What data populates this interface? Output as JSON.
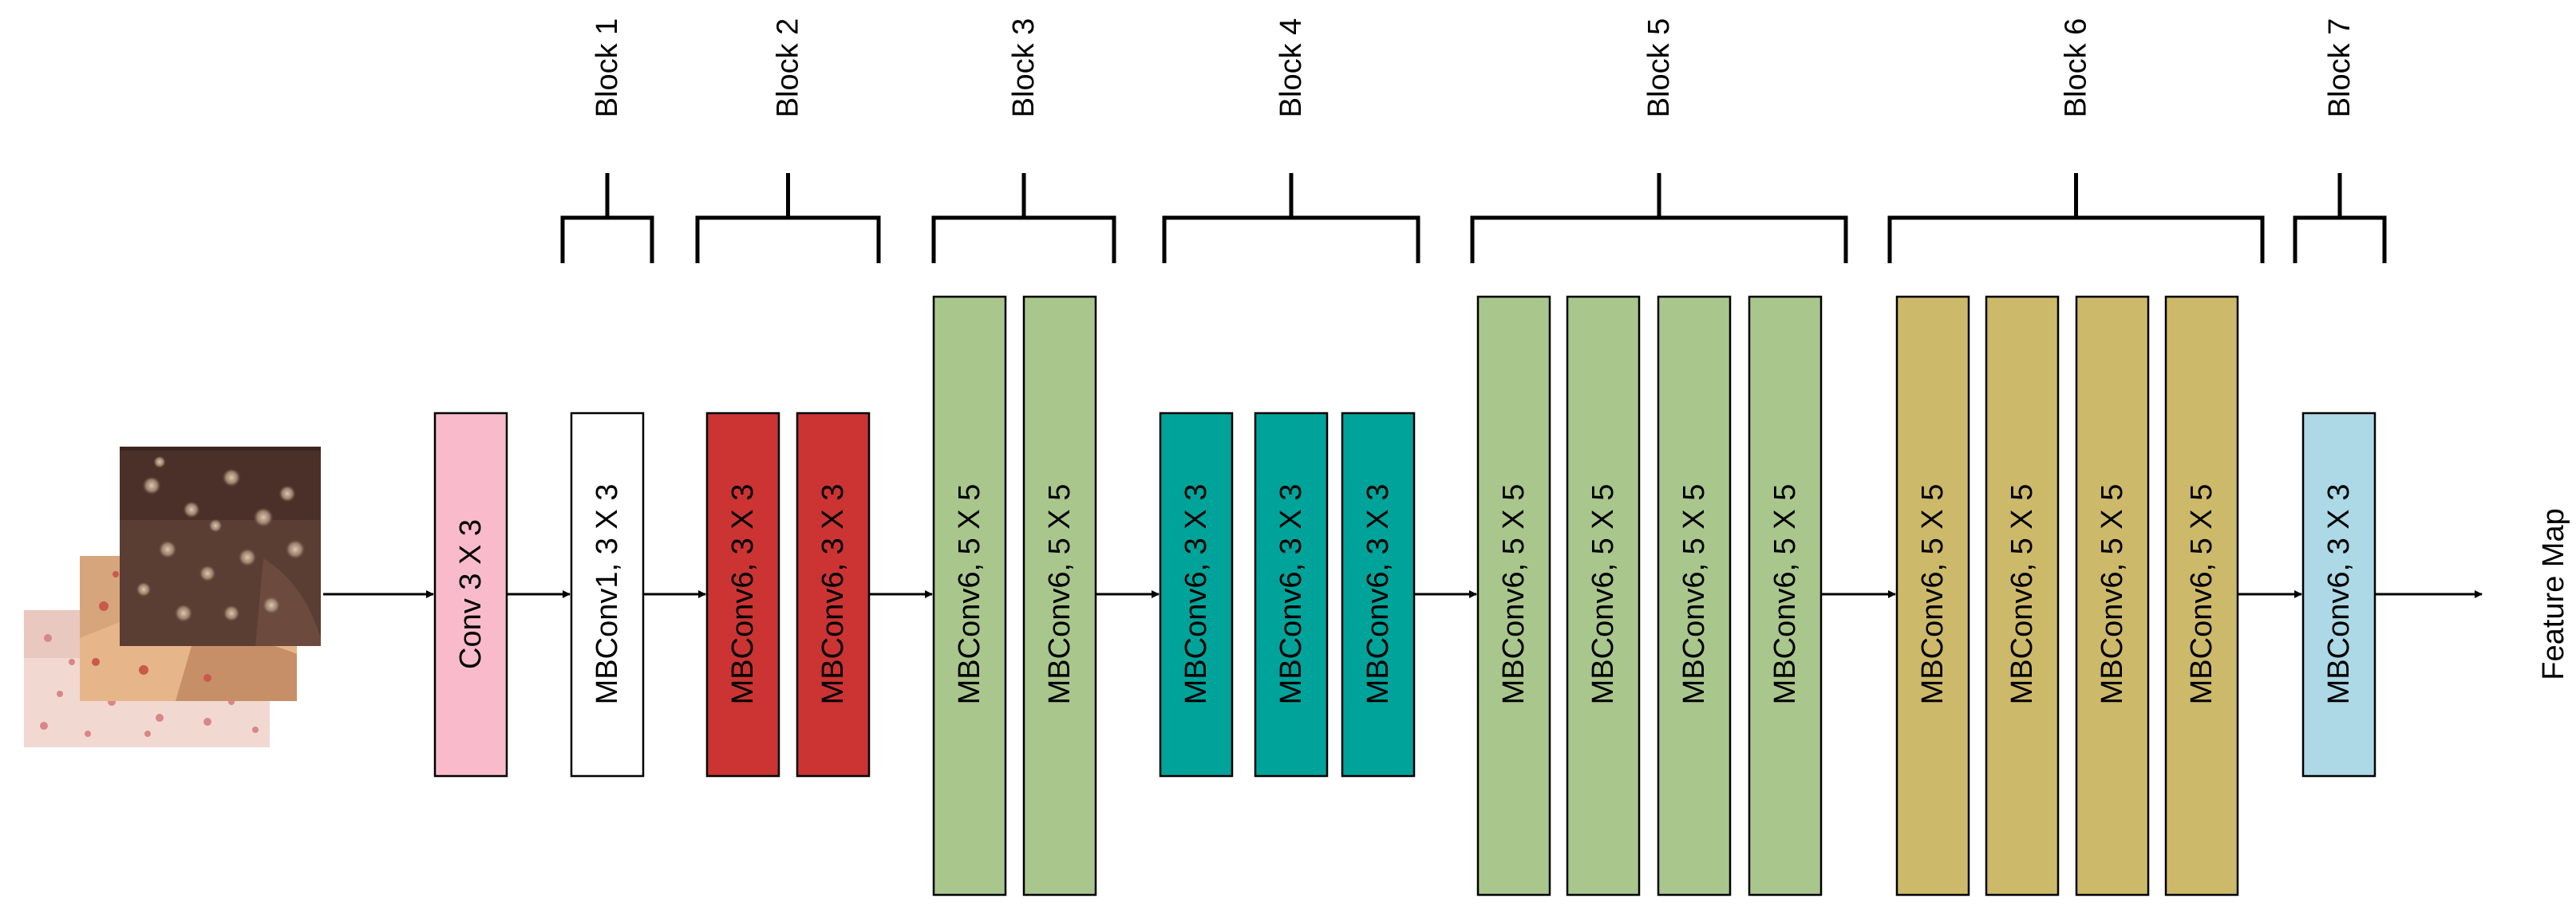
{
  "blocks": [
    {
      "label": "Block 1"
    },
    {
      "label": "Block 2"
    },
    {
      "label": "Block 3"
    },
    {
      "label": "Block 4"
    },
    {
      "label": "Block 5"
    },
    {
      "label": "Block 6"
    },
    {
      "label": "Block 7"
    }
  ],
  "layers": [
    {
      "label": "Conv 3 X 3",
      "color": "#F9BBCB"
    },
    {
      "label": "MBConv1, 3 X 3",
      "color": "#FFFFFF"
    },
    {
      "label": "MBConv6, 3 X 3",
      "color": "#CC3333"
    },
    {
      "label": "MBConv6, 3 X 3",
      "color": "#CC3333"
    },
    {
      "label": "MBConv6, 5 X 5",
      "color": "#A9C68D"
    },
    {
      "label": "MBConv6, 5 X 5",
      "color": "#A9C68D"
    },
    {
      "label": "MBConv6, 3 X 3",
      "color": "#00A39A"
    },
    {
      "label": "MBConv6, 3 X 3",
      "color": "#00A39A"
    },
    {
      "label": "MBConv6, 3 X 3",
      "color": "#00A39A"
    },
    {
      "label": "MBConv6, 5 X 5",
      "color": "#A9C68D"
    },
    {
      "label": "MBConv6, 5 X 5",
      "color": "#A9C68D"
    },
    {
      "label": "MBConv6, 5 X 5",
      "color": "#A9C68D"
    },
    {
      "label": "MBConv6, 5 X 5",
      "color": "#A9C68D"
    },
    {
      "label": "MBConv6, 5 X 5",
      "color": "#CDB96A"
    },
    {
      "label": "MBConv6, 5 X 5",
      "color": "#CDB96A"
    },
    {
      "label": "MBConv6, 5 X 5",
      "color": "#CDB96A"
    },
    {
      "label": "MBConv6, 5 X 5",
      "color": "#CDB96A"
    },
    {
      "label": "MBConv6, 3 X 3",
      "color": "#ADD8E6"
    }
  ],
  "output": {
    "label": "Feature Map"
  },
  "input_images": [
    {
      "name": "skin-rash-back-image"
    },
    {
      "name": "skin-lesion-arm-image"
    },
    {
      "name": "skin-lesion-closeup-image"
    }
  ]
}
